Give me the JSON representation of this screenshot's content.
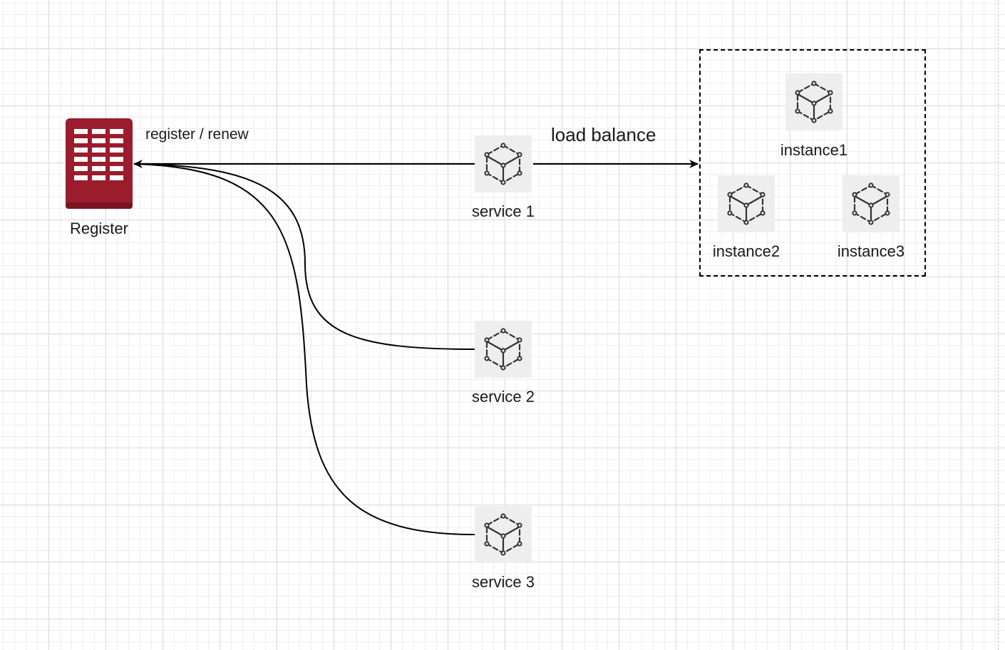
{
  "register": {
    "label": "Register",
    "icon": "database-server-icon",
    "color": "#9B1C2C"
  },
  "edges": {
    "register_renew": "register / renew",
    "load_balance": "load balance"
  },
  "services": [
    {
      "label": "service 1",
      "icon": "cube-icon"
    },
    {
      "label": "service 2",
      "icon": "cube-icon"
    },
    {
      "label": "service 3",
      "icon": "cube-icon"
    }
  ],
  "instances": [
    {
      "label": "instance1",
      "icon": "cube-icon"
    },
    {
      "label": "instance2",
      "icon": "cube-icon"
    },
    {
      "label": "instance3",
      "icon": "cube-icon"
    }
  ]
}
